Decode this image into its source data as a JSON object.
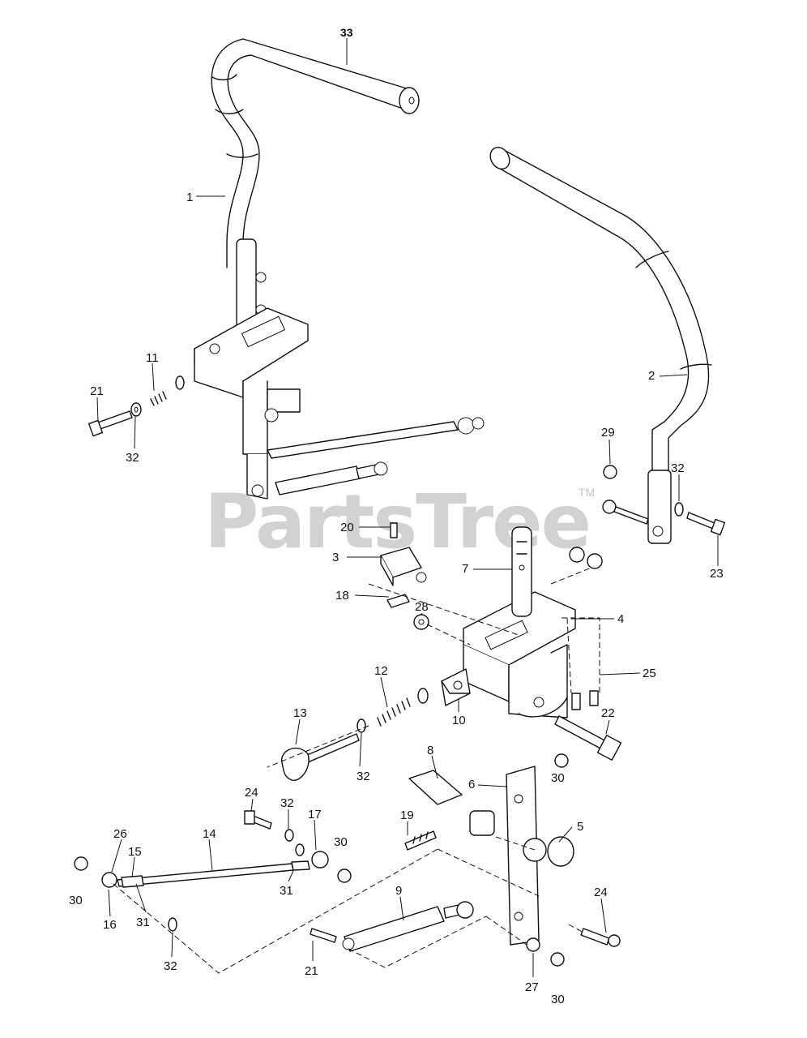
{
  "watermark": {
    "text": "PartsTree",
    "trademark": "TM"
  },
  "callouts": {
    "c33": "33",
    "c1": "1",
    "c2": "2",
    "c3": "3",
    "c4": "4",
    "c5": "5",
    "c6": "6",
    "c7": "7",
    "c8": "8",
    "c9": "9",
    "c10": "10",
    "c11": "11",
    "c12": "12",
    "c13": "13",
    "c14": "14",
    "c15": "15",
    "c16": "16",
    "c17": "17",
    "c18": "18",
    "c19": "19",
    "c20": "20",
    "c21a": "21",
    "c21b": "21",
    "c22": "22",
    "c23": "23",
    "c24a": "24",
    "c24b": "24",
    "c25": "25",
    "c26": "26",
    "c27": "27",
    "c28": "28",
    "c29": "29",
    "c30a": "30",
    "c30b": "30",
    "c30c": "30",
    "c30d": "30",
    "c31a": "31",
    "c31b": "31",
    "c32a": "32",
    "c32b": "32",
    "c32c": "32",
    "c32d": "32",
    "c32e": "32"
  }
}
